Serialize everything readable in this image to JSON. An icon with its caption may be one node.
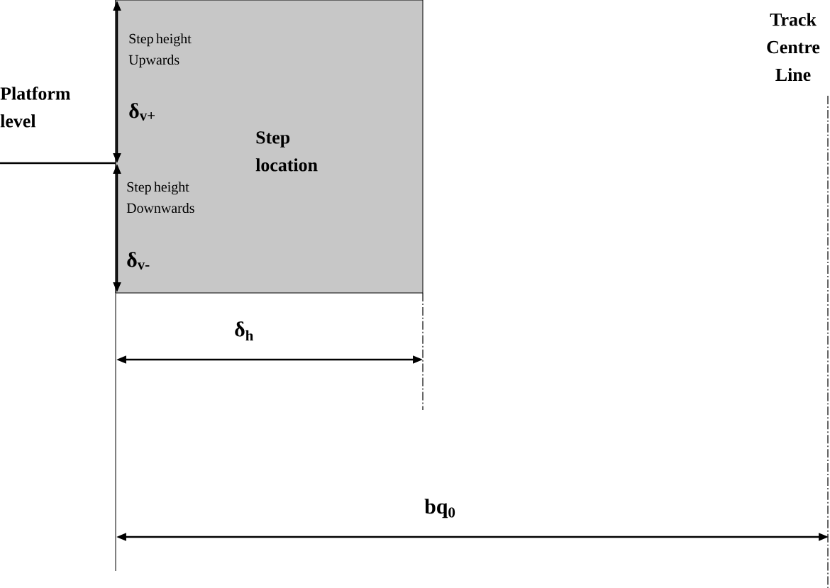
{
  "diagram": {
    "nodes": [
      {
        "text": [
          "Step height Upwards",
          "δ$_{v+}$",
          "Step location",
          "Step height Downwards",
          "δ$_{v-}$"
        ]
      }
    ],
    "labels": [
      "Track Centre Line",
      "Platform level",
      "δ$_{h}$",
      "bq$_{0}$"
    ]
  }
}
